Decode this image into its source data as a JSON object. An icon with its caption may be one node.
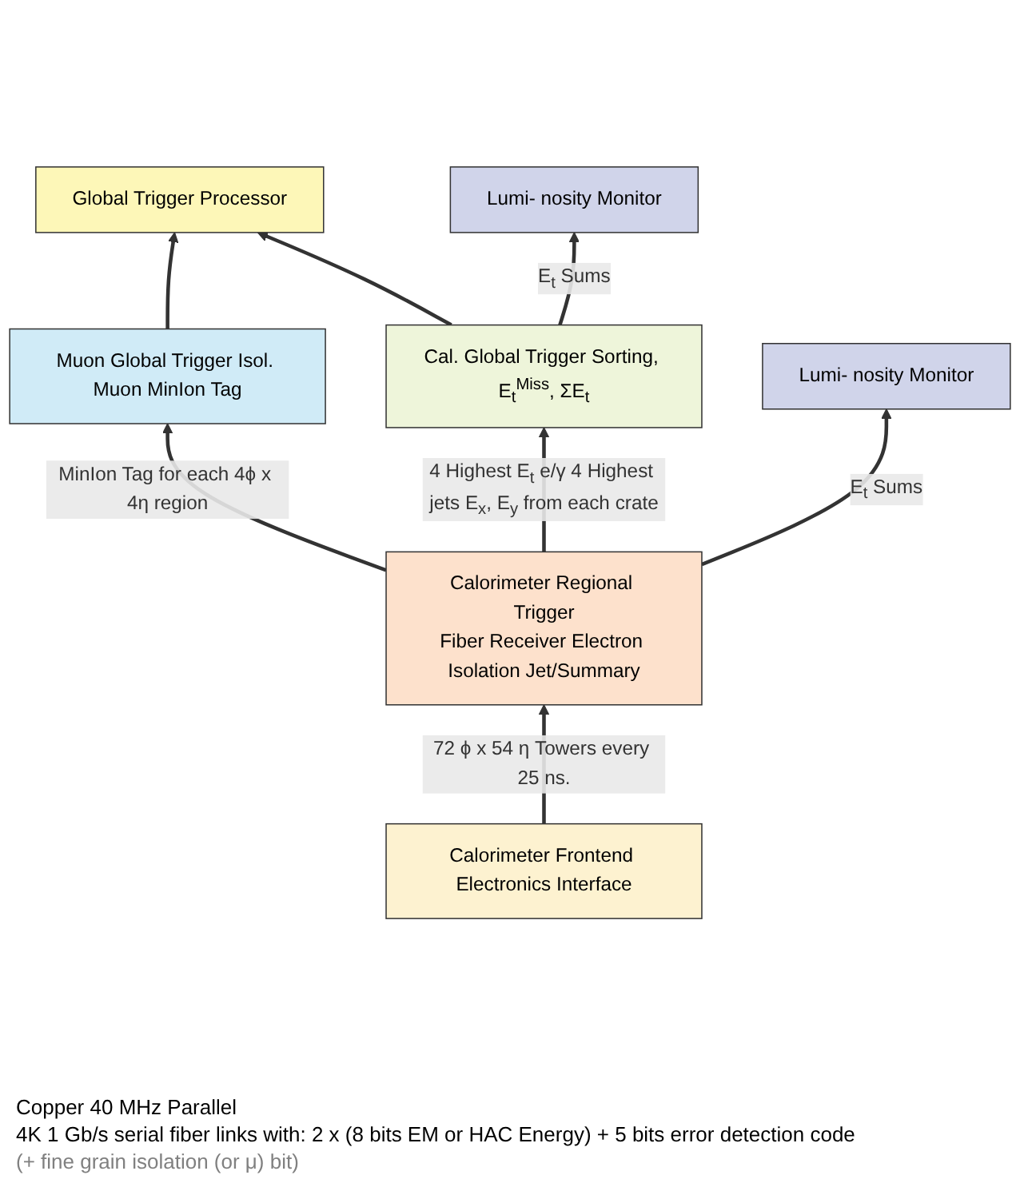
{
  "diagram": {
    "nodes": [
      {
        "text": [
          "Global Trigger Processor"
        ]
      },
      {
        "text": [
          "Muon Global Trigger Isol. Muon MinIon Tag"
        ]
      },
      {
        "text": [
          "Cal. Global Trigger Sorting, E$_{t}$$^{Miss}$, ΣE$_{t}$"
        ]
      },
      {
        "text": [
          "Lumi- nosity Monitor"
        ]
      },
      {
        "text": [
          "Calorimeter Regional Trigger",
          "Fiber Receiver Electron Isolation Jet/Summary"
        ]
      },
      {
        "text": [
          "Lumi- nosity Monitor"
        ]
      },
      {
        "text": [
          "Calorimeter Frontend Electronics Interface"
        ]
      }
    ],
    "edges": [
      {
        "from": 1,
        "to": 0,
        "arrow": "to"
      },
      {
        "from": 2,
        "to": 0,
        "arrow": "to"
      },
      {
        "from": 2,
        "to": 3,
        "arrow": "to",
        "label": "E$_{t}$ Sums"
      },
      {
        "from": 4,
        "to": 1,
        "arrow": "to",
        "label": "MinIon Tag for each 4ϕ x 4η region"
      },
      {
        "from": 4,
        "to": 2,
        "arrow": "to",
        "label": "4 Highest E$_{t}$ e/γ 4 Highest jets E$_{x}$, E$_{y}$ from each crate"
      },
      {
        "from": 4,
        "to": 5,
        "arrow": "to",
        "label": "E$_{t}$ Sums"
      },
      {
        "from": 6,
        "to": 4,
        "arrow": "to",
        "label": "72 ϕ x 54 η Towers every 25 ns."
      }
    ],
    "labels": [
      "Copper 40 MHz Parallel",
      "4K 1 Gb/s serial fiber links with: 2 x (8 bits EM or HAC Energy) + 5 bits error detection code",
      "(+ fine grain isolation (or μ) bit)"
    ]
  }
}
